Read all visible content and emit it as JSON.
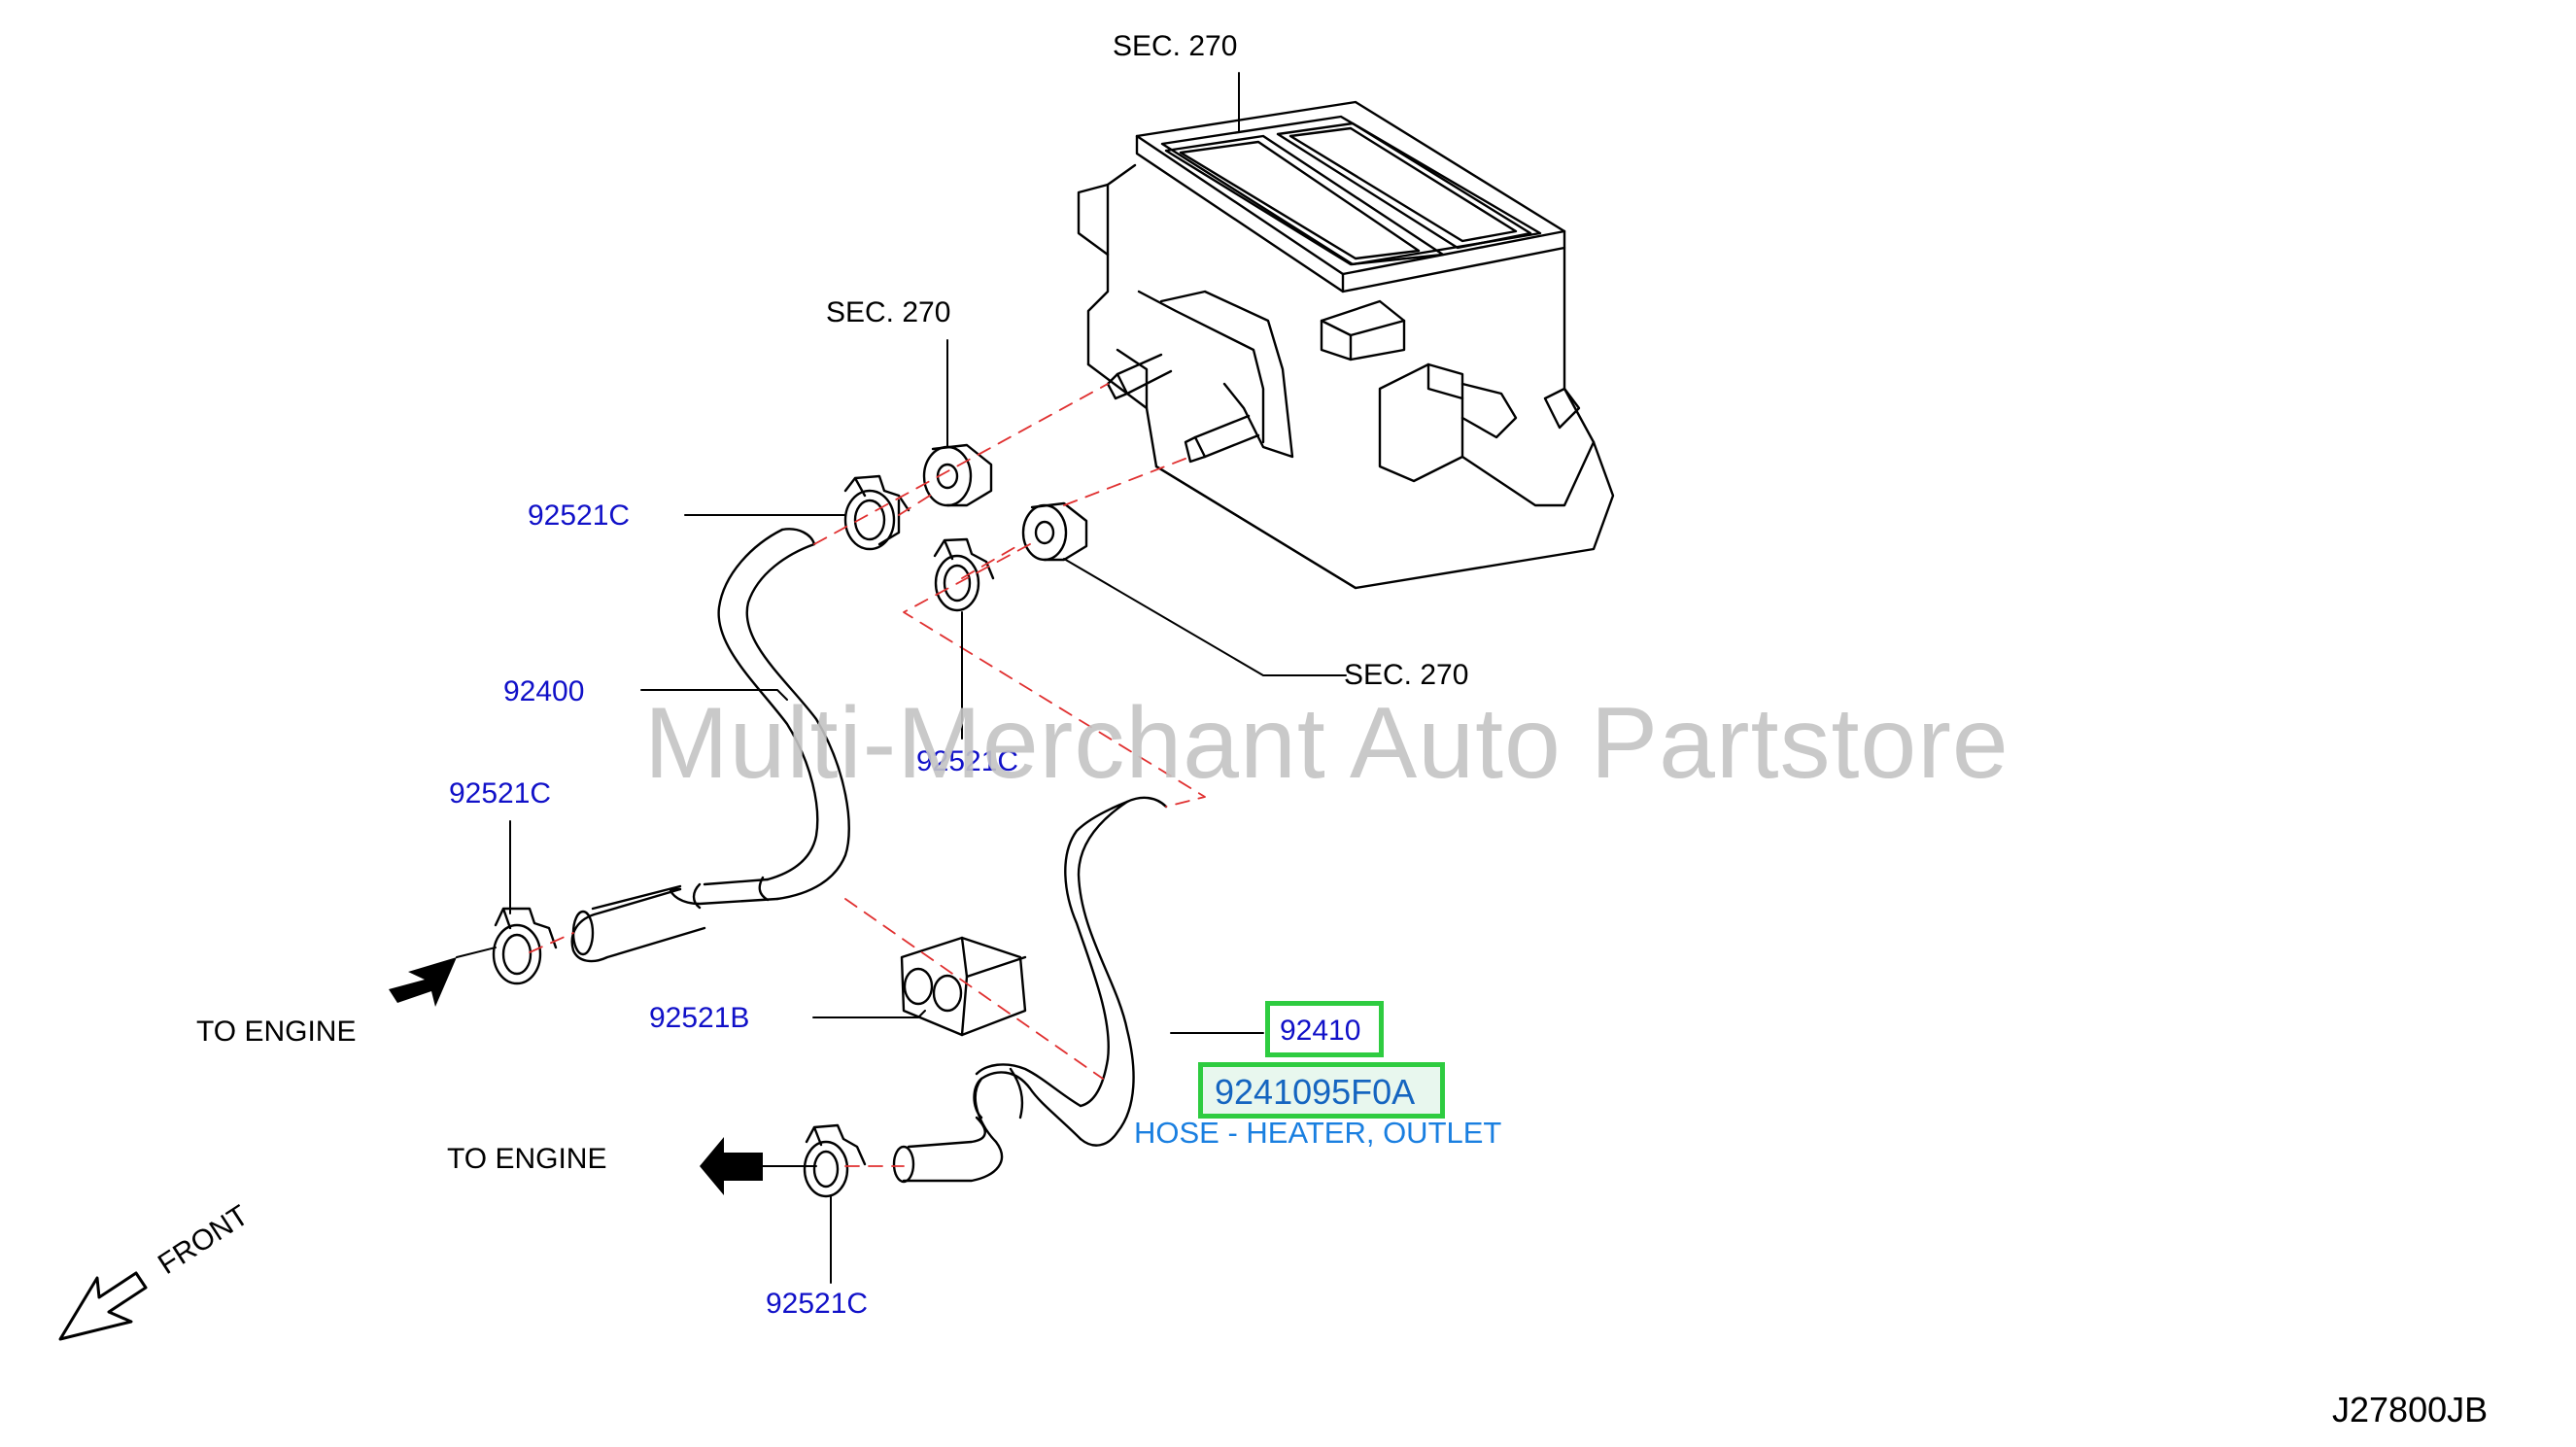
{
  "diagram": {
    "sec_labels": [
      "SEC.   270",
      "SEC.   270",
      "SEC.   270"
    ],
    "parts": {
      "clamp_upper": "92521C",
      "hose_inlet": "92400",
      "clamp_mid_center": "92521C",
      "clamp_left": "92521C",
      "bracket": "92521B",
      "clamp_bottom": "92521C"
    },
    "to_engine_upper": "TO   ENGINE",
    "to_engine_lower": "TO   ENGINE",
    "front": "FRONT",
    "highlight": {
      "part_number": "92410",
      "full_part_number": "9241095F0A",
      "description": "HOSE - HEATER, OUTLET"
    },
    "watermark": "Multi-Merchant Auto Partstore",
    "diagram_code": "J27800JB",
    "colors": {
      "part_label": "#1010c8",
      "highlight_border": "#2ecc40",
      "description": "#1a7fe0",
      "leader_dashed": "#e03030"
    }
  }
}
